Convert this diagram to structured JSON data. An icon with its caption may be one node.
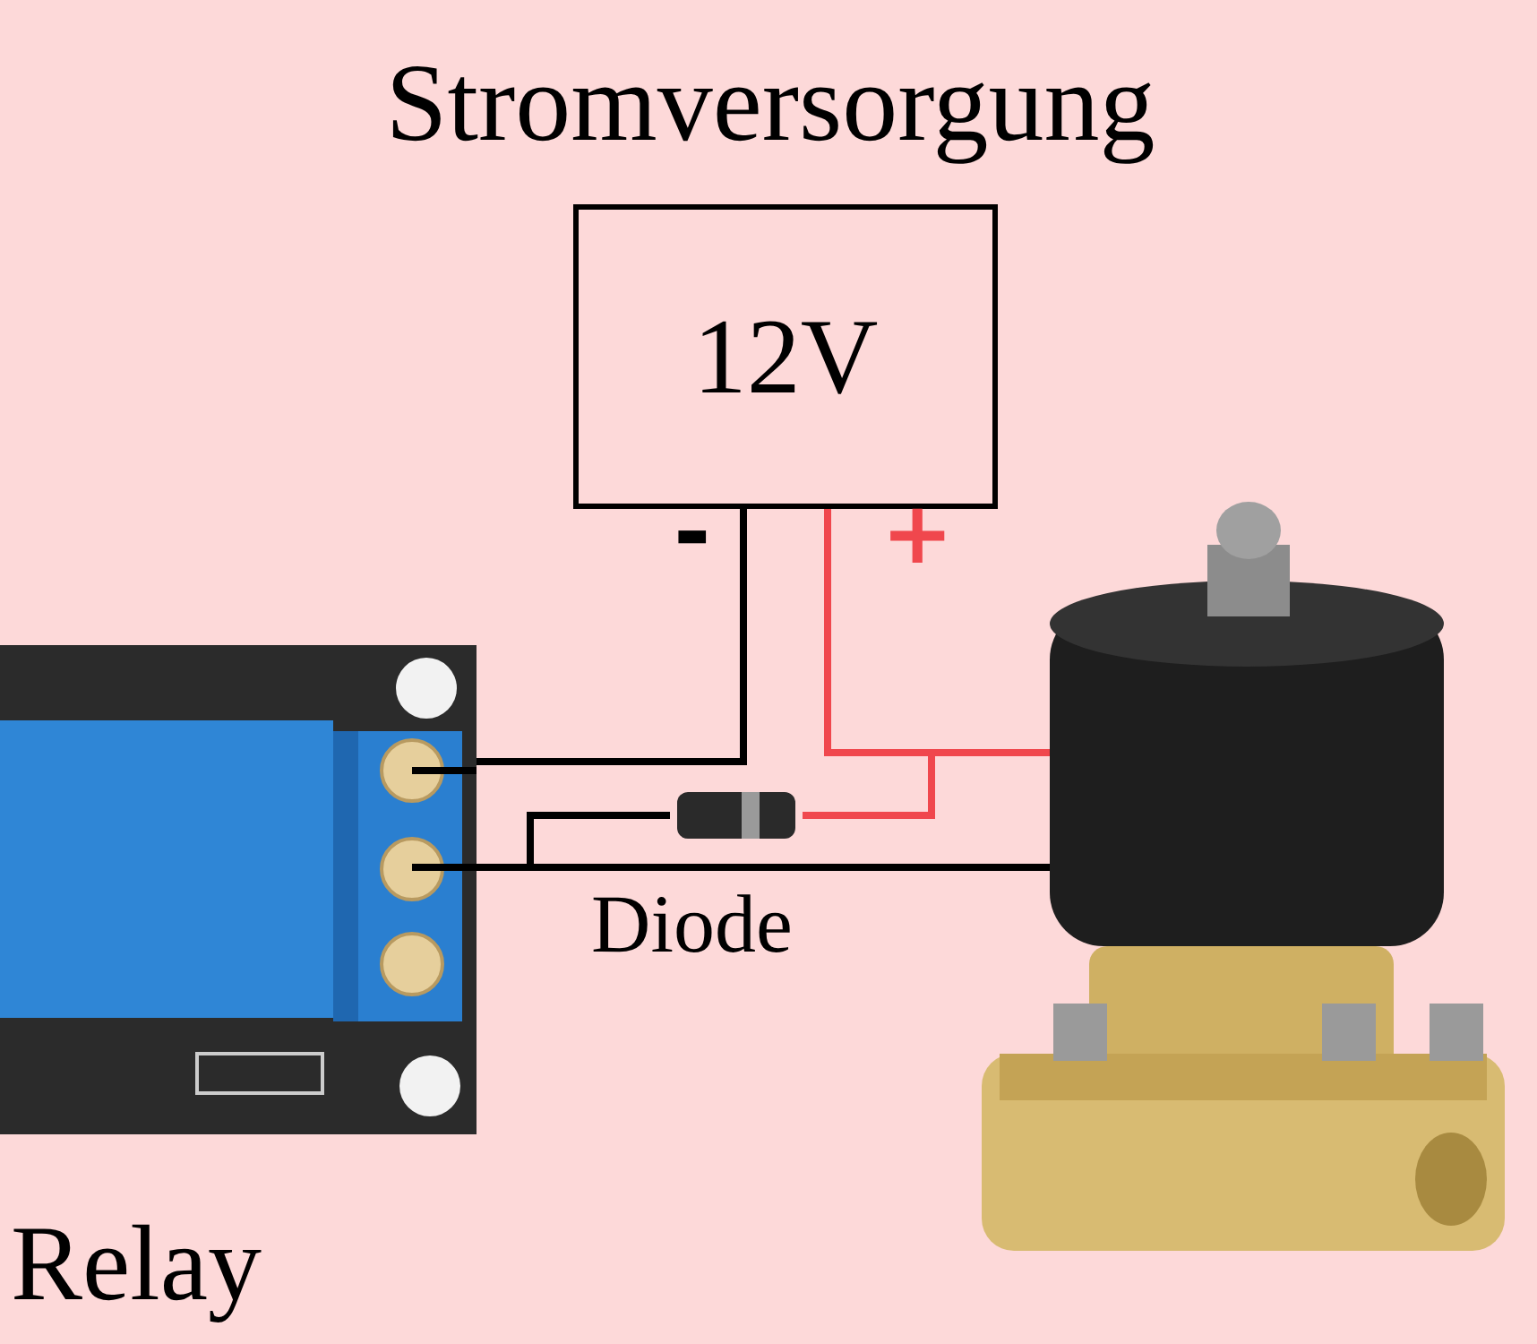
{
  "diagram": {
    "title": "Stromversorgung",
    "nodes": [
      {
        "text": [
          "12V"
        ]
      },
      {
        "text": [],
        "shape": "picture",
        "beside": [
          "Relay"
        ]
      },
      {
        "text": [],
        "shape": "picture"
      },
      {
        "text": [],
        "shape": "picture",
        "beside": [
          "Diode"
        ]
      }
    ],
    "edges": [
      {
        "from": 0,
        "to": 1,
        "arrow": "none"
      },
      {
        "from": 0,
        "to": 2,
        "arrow": "none",
        "color": "#f0474d"
      },
      {
        "from": 1,
        "to": 2,
        "arrow": "none"
      },
      {
        "from": 1,
        "to": 3,
        "arrow": "none"
      },
      {
        "from": 3,
        "to": 2,
        "arrow": "none",
        "color": "#f0474d"
      }
    ],
    "labels": [
      "-",
      "+"
    ]
  }
}
